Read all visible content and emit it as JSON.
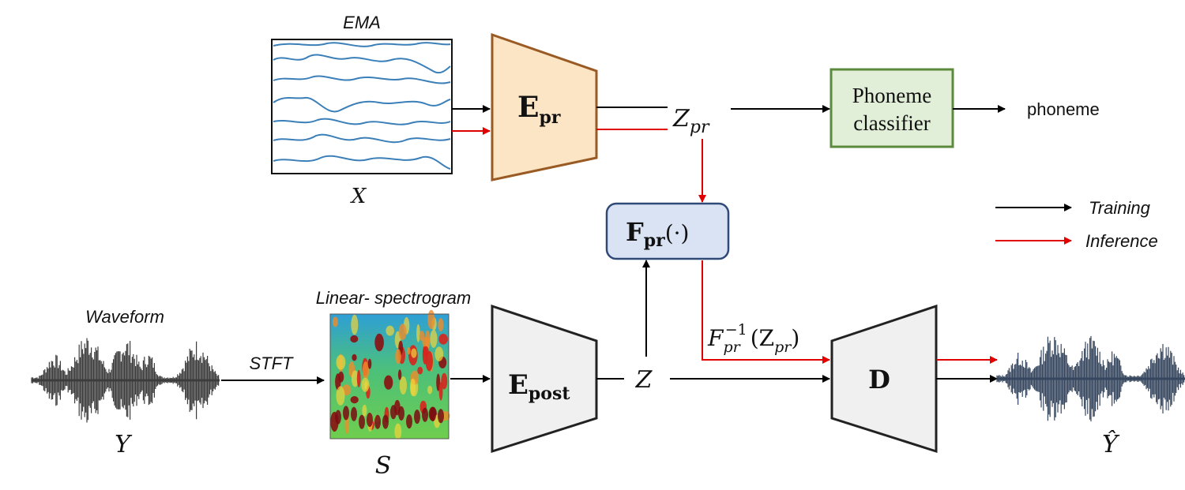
{
  "labels": {
    "ema": "EMA",
    "x": "X",
    "e_pr_main": "E",
    "e_pr_sub": "pr",
    "z_pr_main": "Z",
    "z_pr_sub": "pr",
    "phoneme_classifier_line1": "Phoneme",
    "phoneme_classifier_line2": "classifier",
    "phoneme_output": "phoneme",
    "f_pr_main": "F",
    "f_pr_sub": "pr",
    "f_pr_arg": "(·)",
    "legend_training": "Training",
    "legend_inference": "Inference",
    "waveform": "Waveform",
    "y": "Y",
    "stft": "STFT",
    "spectrogram": "Linear- spectrogram",
    "s": "S",
    "e_post_main": "E",
    "e_post_sub": "post",
    "z": "Z",
    "finv_main": "F",
    "finv_sub": "pr",
    "finv_sup": "−1",
    "finv_arg_open": "(Z",
    "finv_arg_sub": "pr",
    "finv_arg_close": ")",
    "decoder": "D",
    "y_hat": "Ŷ"
  },
  "colors": {
    "training_arrow": "#000000",
    "inference_arrow": "#e00000",
    "e_pr_fill": "#fbe5c4",
    "e_pr_stroke": "#9a5a24",
    "phoneme_fill": "#e2efd8",
    "phoneme_stroke": "#5c8a3c",
    "f_pr_fill": "#d9e3f4",
    "f_pr_stroke": "#2f4a77",
    "gray_fill": "#f0f0f0",
    "gray_stroke": "#222222",
    "ema_trace": "#3b7fb8",
    "waveform_input": "#3c3c3c",
    "waveform_output": "#36465f"
  },
  "icons": {
    "ema_plot": "ema-trajectory-plot",
    "spectrogram_image": "spectrogram-heatmap",
    "waveform_input": "waveform-graph",
    "waveform_output": "waveform-graph"
  }
}
